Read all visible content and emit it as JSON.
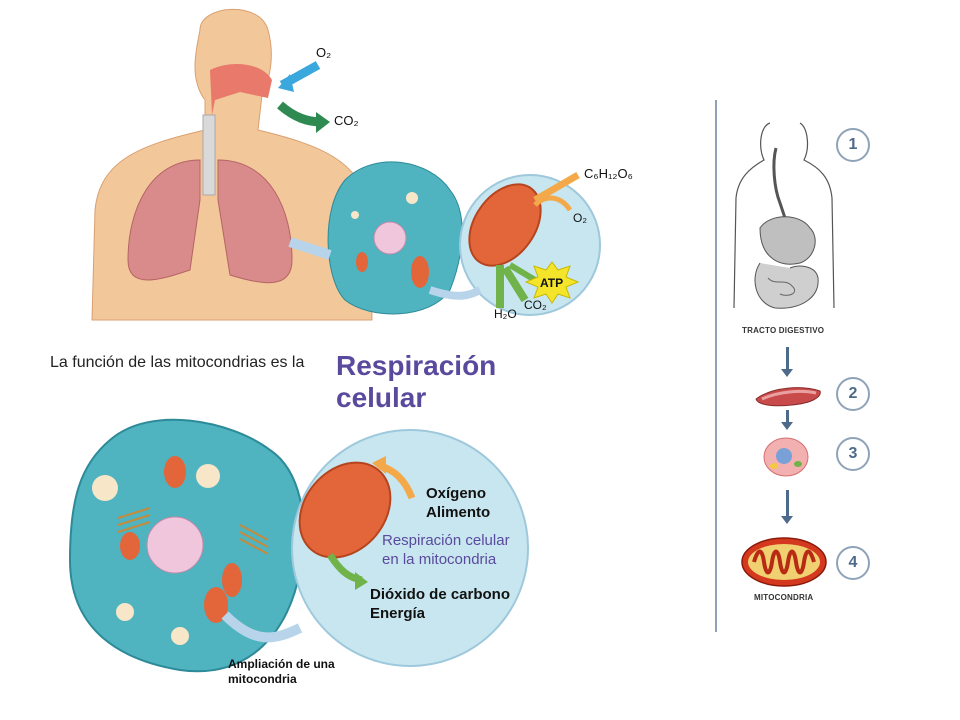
{
  "top_diagram": {
    "o2_label": "O₂",
    "co2_label": "CO₂",
    "glucose_label": "C₆H₁₂O₆",
    "o2_mito_label": "O₂",
    "atp_label": "ATP",
    "h2o_label": "H₂O",
    "co2_mito_label": "CO₂"
  },
  "intro_text": "La función de las mitocondrias es la",
  "title": [
    "Respiración",
    "celular"
  ],
  "bottom_diagram": {
    "inputs": [
      "Oxígeno",
      "Alimento"
    ],
    "process": [
      "Respiración celular",
      "en la mitocondria"
    ],
    "outputs": [
      "Dióxido de carbono",
      "Energía"
    ],
    "caption": [
      "Ampliación de una",
      "mitocondria"
    ]
  },
  "sidebar": {
    "steps": [
      "1",
      "2",
      "3",
      "4"
    ],
    "digestive_caption": "TRACTO DIGESTIVO",
    "mito_caption": "MITOCONDRIA"
  },
  "colors": {
    "title": "#5a4a9e",
    "cell": "#4fb3c0",
    "mitochondria": "#e2663a",
    "lens": "#c8e6ef",
    "atp": "#f5e52a",
    "divider": "#8fa3b8"
  }
}
